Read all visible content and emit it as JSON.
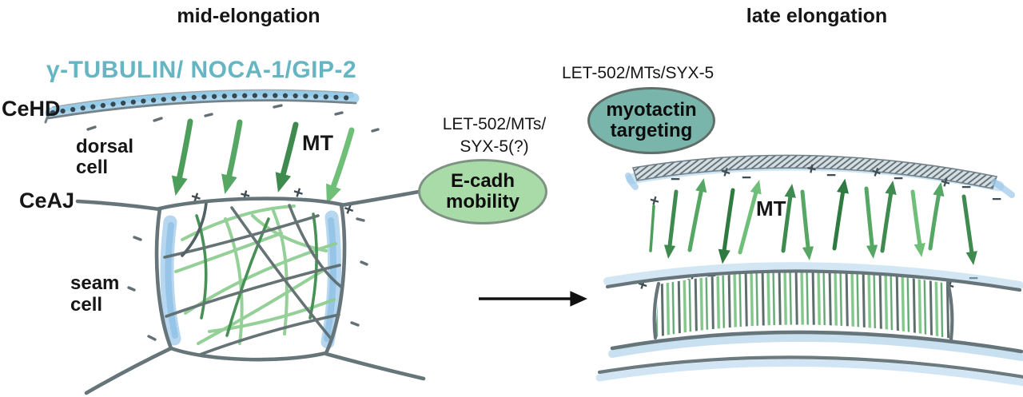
{
  "glyphs": {
    "plus": "+",
    "minus": "−"
  },
  "left_panel": {
    "title": "mid-elongation",
    "protein_label": "γ-TUBULIN/ NOCA-1/GIP-2",
    "labels": {
      "cehd": "CeHD",
      "dorsal_line1": "dorsal",
      "dorsal_line2": "cell",
      "ceaj": "CeAJ",
      "seam_line1": "seam",
      "seam_line2": "cell",
      "mt": "MT"
    },
    "pathway": {
      "line1": "LET-502/MTs/",
      "line2": "SYX-5(?)"
    },
    "ellipse": {
      "line1": "E-cadh",
      "line2": "mobility"
    }
  },
  "right_panel": {
    "title": "late elongation",
    "pathway": "LET-502/MTs/SYX-5",
    "ellipse": {
      "line1": "myotactin",
      "line2": "targeting"
    },
    "labels": {
      "mt": "MT"
    }
  },
  "colors": {
    "protein_label_teal": "#66b5c2",
    "ecadh_fill": "#a8dba8",
    "ecadh_border": "#7e9383",
    "myotactin_fill": "#7ab5ac",
    "myotactin_border": "#5f6e69",
    "microtubule_green": "#4e9e5b",
    "junction_gray": "#66757a",
    "adhesion_blue": "#a5d2ec",
    "hemidesmosome_dot": "#37474f"
  }
}
